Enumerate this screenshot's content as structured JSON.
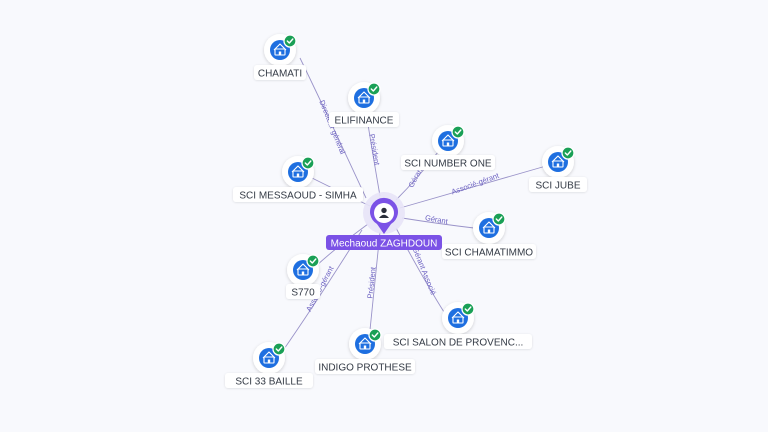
{
  "center": {
    "name": "Mechaoud ZAGHDOUN",
    "icon": "person-icon",
    "color": "#7b52e6"
  },
  "colors": {
    "edge": "#9a93c9",
    "edge_label": "#6a5fc1",
    "company_icon": "#1e6fe0",
    "check": "#1aa056"
  },
  "companies": [
    {
      "id": "chamati",
      "name": "CHAMATI",
      "role": "Directeur général",
      "icon": "company-icon",
      "verified": true
    },
    {
      "id": "elifinance",
      "name": "ELIFINANCE",
      "role": "Président",
      "icon": "company-icon",
      "verified": true
    },
    {
      "id": "sci-number-one",
      "name": "SCI NUMBER ONE",
      "role": "Gérant",
      "icon": "company-icon",
      "verified": true
    },
    {
      "id": "sci-jube",
      "name": "SCI JUBE",
      "role": "Associé-gérant",
      "icon": "company-icon",
      "verified": true
    },
    {
      "id": "sci-messaoud-simha",
      "name": "SCI MESSAOUD - SIMHA",
      "role": "",
      "icon": "company-icon",
      "verified": true
    },
    {
      "id": "sci-chamatimmo",
      "name": "SCI CHAMATIMMO",
      "role": "Gérant",
      "icon": "company-icon",
      "verified": true
    },
    {
      "id": "s770",
      "name": "S770",
      "role": "",
      "icon": "company-icon",
      "verified": true
    },
    {
      "id": "sci-salon-de-provence",
      "name": "SCI SALON DE PROVENC...",
      "role": "Gérant Associé",
      "icon": "company-icon",
      "verified": true
    },
    {
      "id": "indigo-prothese",
      "name": "INDIGO PROTHESE",
      "role": "Président",
      "icon": "company-icon",
      "verified": true
    },
    {
      "id": "sci-33-baille",
      "name": "SCI 33 BAILLE",
      "role": "Associé-gérant",
      "icon": "company-icon",
      "verified": true
    }
  ]
}
